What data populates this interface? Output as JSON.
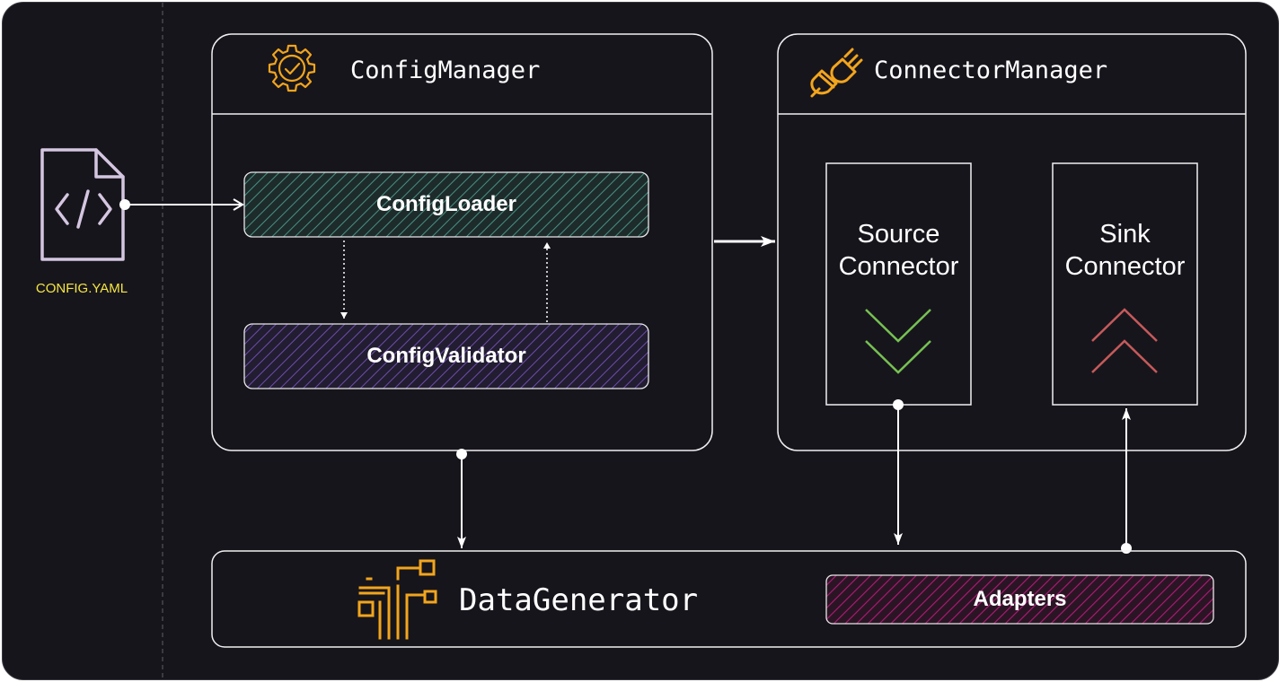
{
  "config_file": {
    "label": "CONFIG.YAML",
    "icon": "file-code-icon"
  },
  "config_manager": {
    "title": "ConfigManager",
    "icon": "gear-check-icon",
    "loader_label": "ConfigLoader",
    "validator_label": "ConfigValidator"
  },
  "connector_manager": {
    "title": "ConnectorManager",
    "icon": "plug-icon",
    "source_label_line1": "Source",
    "source_label_line2": "Connector",
    "sink_label_line1": "Sink",
    "sink_label_line2": "Connector"
  },
  "data_generator": {
    "title": "DataGenerator",
    "icon": "circuit-icon",
    "adapters_label": "Adapters"
  },
  "colors": {
    "background": "#17151c",
    "accent_orange": "#f2a51d",
    "label_yellow": "#f5e642",
    "loader_teal": "#5ab5a6",
    "validator_purple": "#8c63d1",
    "adapters_magenta": "#d0208a",
    "source_green": "#76c152",
    "sink_red": "#c65a5a"
  }
}
